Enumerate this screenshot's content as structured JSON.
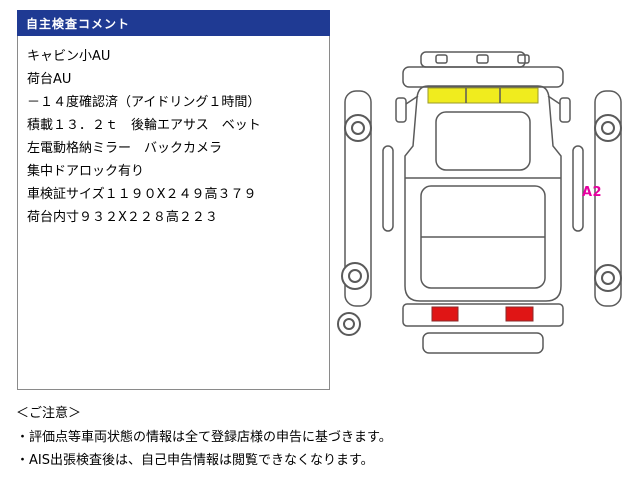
{
  "panel": {
    "title": "自主検査コメント",
    "lines": [
      "キャビン小AU",
      "荷台AU",
      "－１４度確認済（アイドリング１時間）",
      "積載１３．２ｔ　後輪エアサス　ベット",
      "左電動格納ミラー　バックカメラ",
      "集中ドアロック有り",
      "車検証サイズ１１９０X２４９高３７９",
      "荷台内寸９３２X２２８高２２３"
    ]
  },
  "diagram": {
    "label": "A2",
    "label_color": "#e600a0",
    "highlight_yellow": "#f0ec1e",
    "highlight_red": "#e01515",
    "line_color": "#5a5a5a"
  },
  "notes": {
    "heading": "＜ご注意＞",
    "items": [
      "・評価点等車両状態の情報は全て登録店様の申告に基づきます。",
      "・AIS出張検査後は、自己申告情報は閲覧できなくなります。"
    ]
  },
  "colors": {
    "header_bg": "#1f3a93"
  }
}
